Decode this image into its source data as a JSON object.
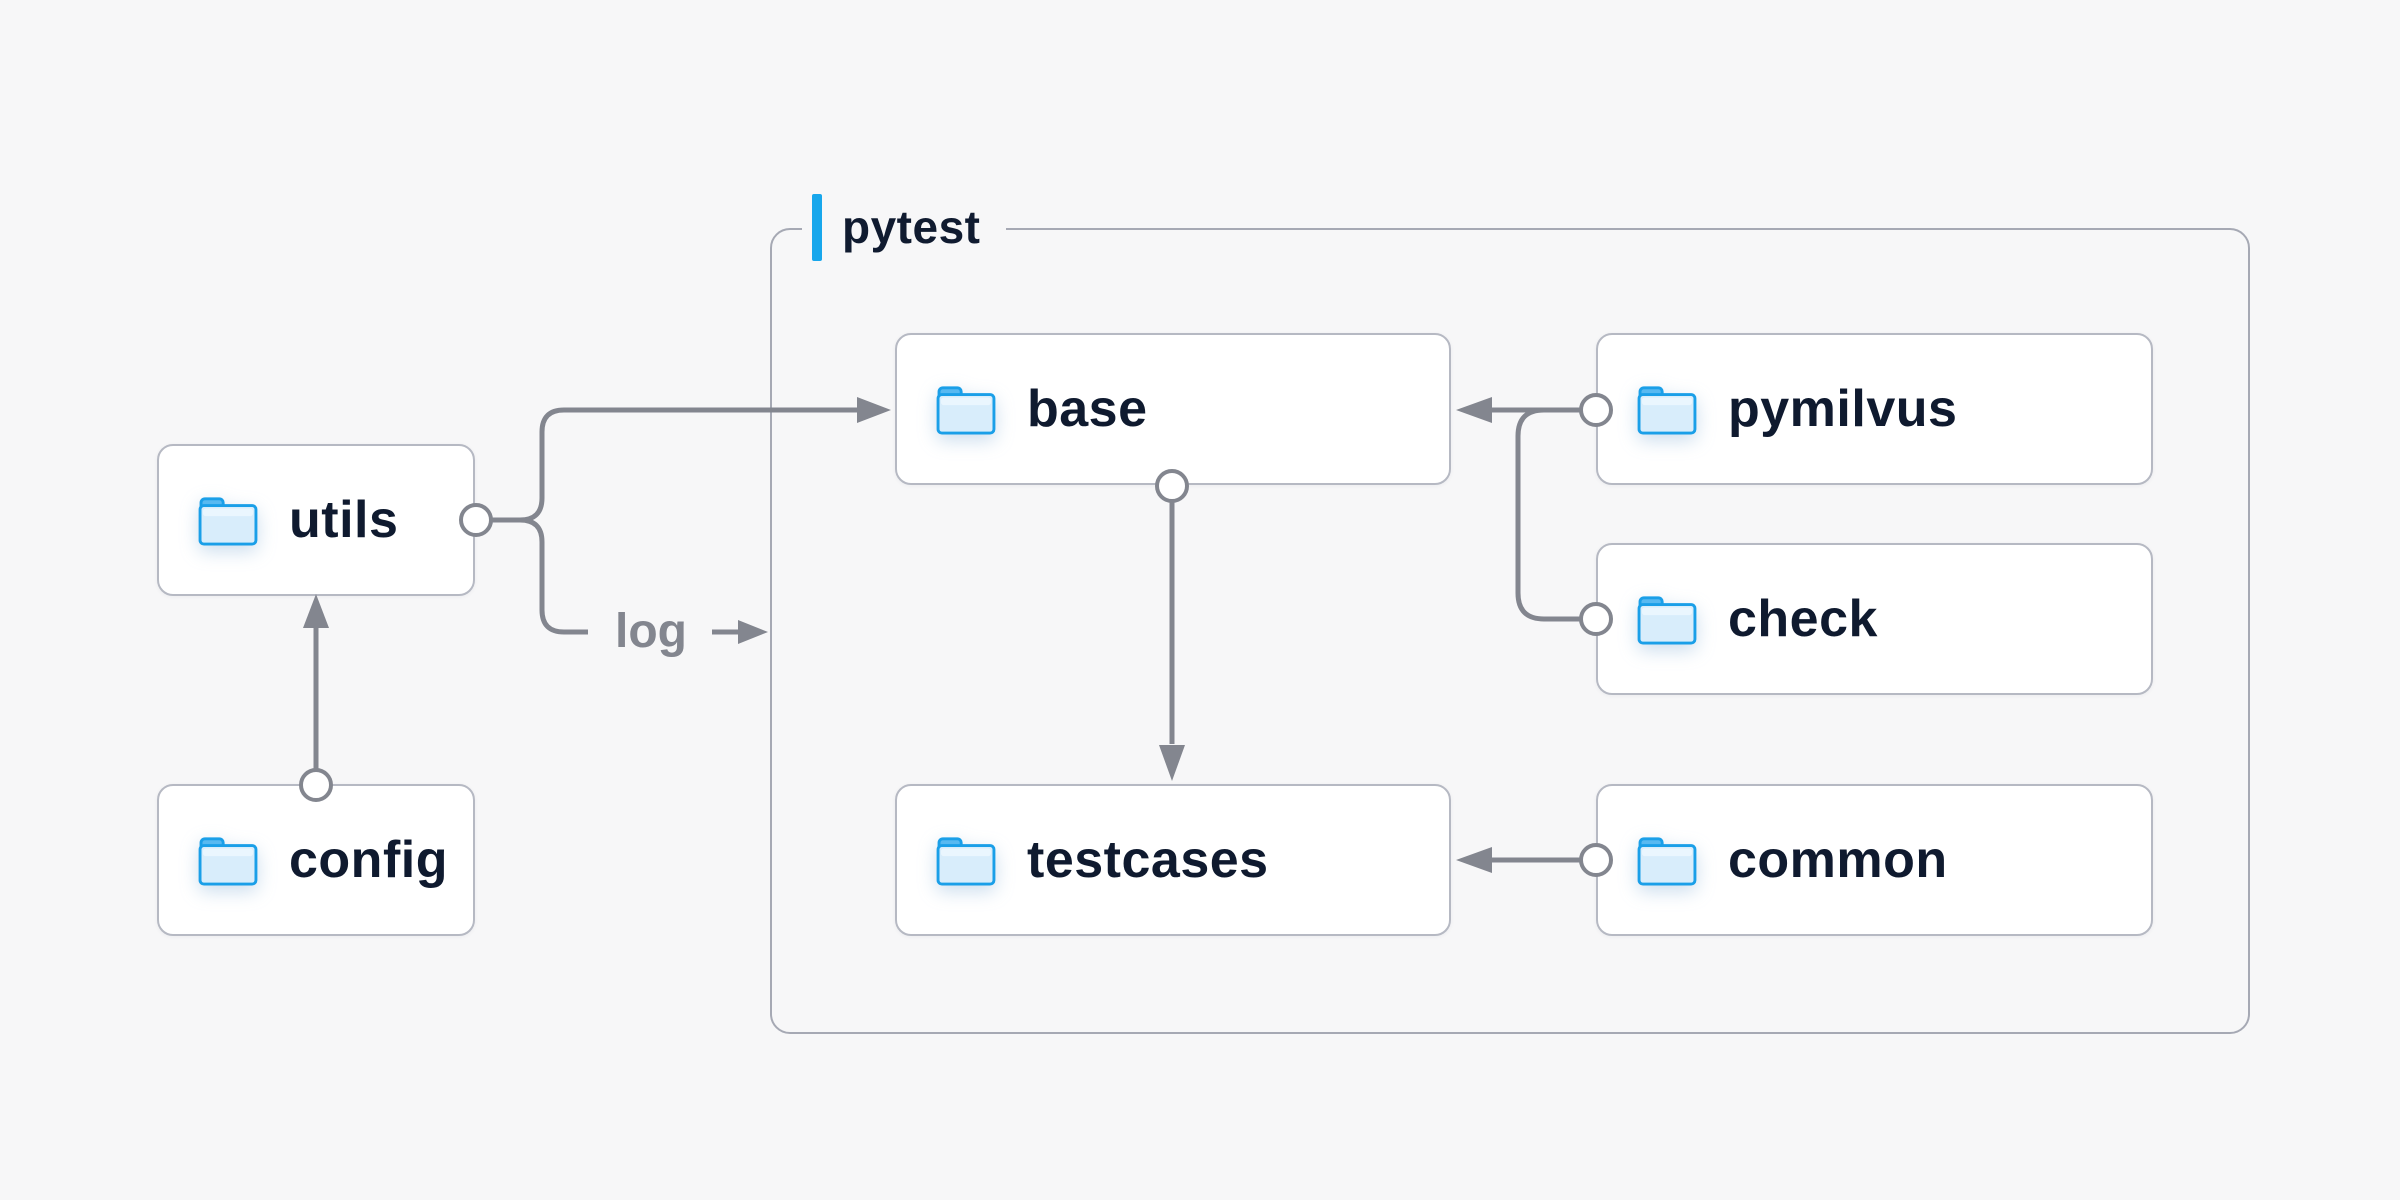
{
  "canvas": {
    "background": "#f7f7f8"
  },
  "group": {
    "label": "pytest",
    "accent_color": "#18a7ec",
    "border_color": "#a6a9b4"
  },
  "nodes": [
    {
      "id": "utils",
      "label": "utils",
      "icon": "folder-icon"
    },
    {
      "id": "config",
      "label": "config",
      "icon": "folder-icon"
    },
    {
      "id": "base",
      "label": "base",
      "icon": "folder-icon"
    },
    {
      "id": "pymilvus",
      "label": "pymilvus",
      "icon": "folder-icon"
    },
    {
      "id": "check",
      "label": "check",
      "icon": "folder-icon"
    },
    {
      "id": "testcases",
      "label": "testcases",
      "icon": "folder-icon"
    },
    {
      "id": "common",
      "label": "common",
      "icon": "folder-icon"
    }
  ],
  "edges": [
    {
      "from": "config",
      "to": "utils",
      "label": ""
    },
    {
      "from": "utils",
      "to": "base",
      "label": ""
    },
    {
      "from": "utils",
      "to": "pytest",
      "label": "log"
    },
    {
      "from": "base",
      "to": "testcases",
      "label": ""
    },
    {
      "from": "pymilvus",
      "to": "base",
      "label": ""
    },
    {
      "from": "check",
      "to": "base",
      "label": ""
    },
    {
      "from": "common",
      "to": "testcases",
      "label": ""
    }
  ],
  "colors": {
    "line": "#83868f",
    "node_border": "#b6b9c3",
    "node_text": "#0f1a2f",
    "folder_blue": "#1a9fe8",
    "folder_tab": "#57b9f1",
    "folder_face": "#d8edfb"
  }
}
